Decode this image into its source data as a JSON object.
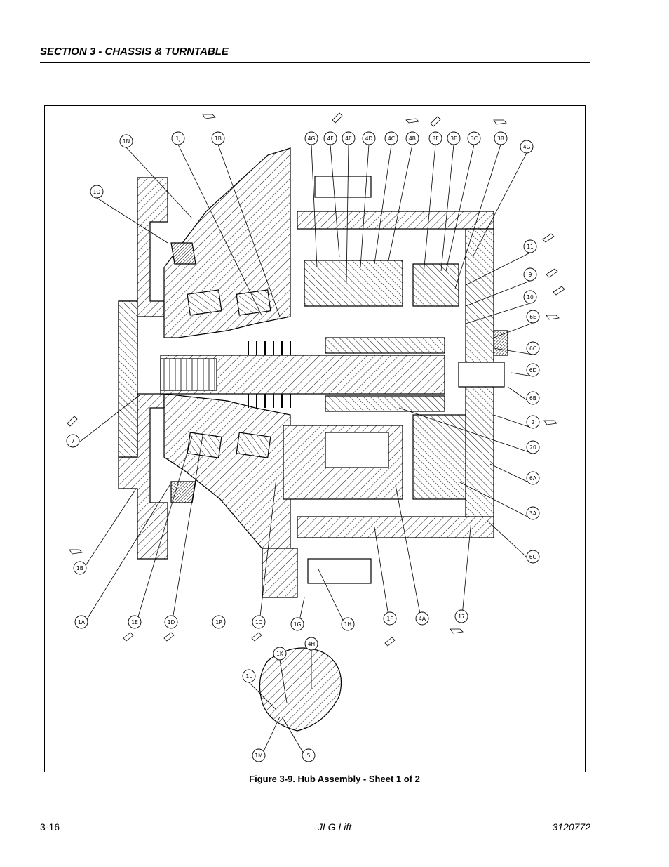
{
  "header": {
    "section_title": "SECTION 3 - CHASSIS & TURNTABLE"
  },
  "figure": {
    "caption": "Figure 3-9.  Hub Assembly - Sheet 1 of 2",
    "callouts_top": [
      "1N",
      "1J",
      "1B",
      "4G",
      "4F",
      "4E",
      "4D",
      "4C",
      "4B",
      "3F",
      "3E",
      "3C",
      "3B",
      "4G"
    ],
    "callouts_left": [
      "1Q",
      "7"
    ],
    "callouts_right": [
      "11",
      "9",
      "10",
      "6E",
      "6C",
      "6D",
      "6B",
      "2",
      "20",
      "6A",
      "3A",
      "6G"
    ],
    "callouts_bottom": [
      "1B",
      "1A",
      "1E",
      "1D",
      "1P",
      "1C",
      "1G",
      "1H",
      "1F",
      "4A",
      "17"
    ],
    "callouts_detail": [
      "1K",
      "4H",
      "1L",
      "1M",
      "5"
    ]
  },
  "footer": {
    "page_number": "3-16",
    "publisher": "– JLG Lift –",
    "doc_number": "3120772"
  }
}
